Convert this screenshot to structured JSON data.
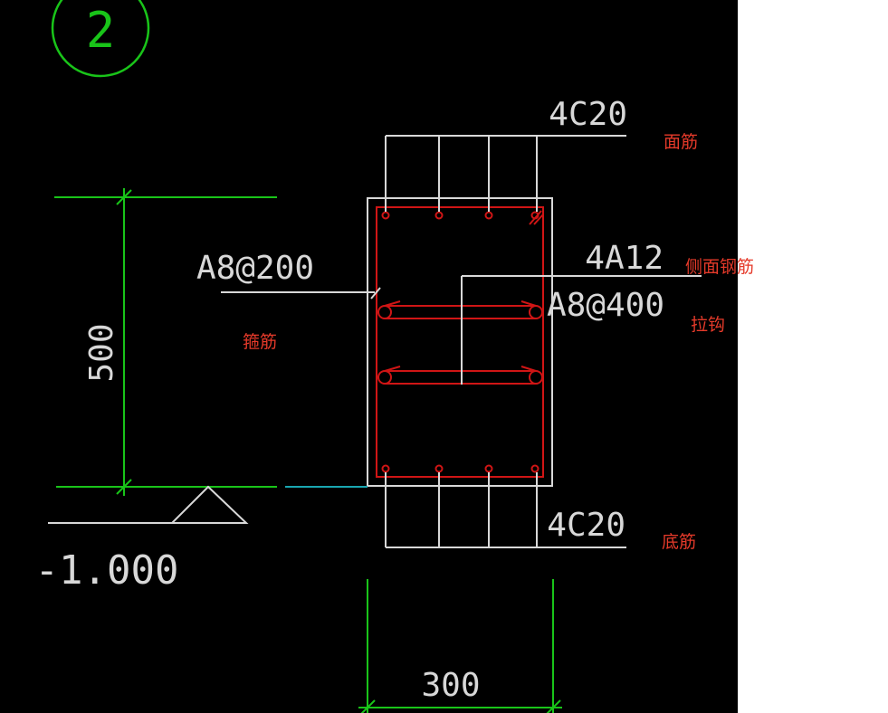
{
  "detail_number": "2",
  "top_bar_label": "4C20",
  "bottom_bar_label": "4C20",
  "stirrup_label": "A8@200",
  "side_bar_label": "4A12",
  "tie_label": "A8@400",
  "height_dim": "500",
  "width_dim": "300",
  "elevation": "-1.000",
  "annotations": {
    "top_bars": "面筋",
    "side_bars": "侧面钢筋",
    "ties": "拉钩",
    "stirrups": "箍筋",
    "bottom_bars": "底筋"
  },
  "colors": {
    "background": "#000000",
    "rebar": "#d01515",
    "dimension": "#19c419",
    "linework": "#d8d8d8",
    "annotation": "#e53a2a",
    "ground_line": "#19a6b0"
  }
}
